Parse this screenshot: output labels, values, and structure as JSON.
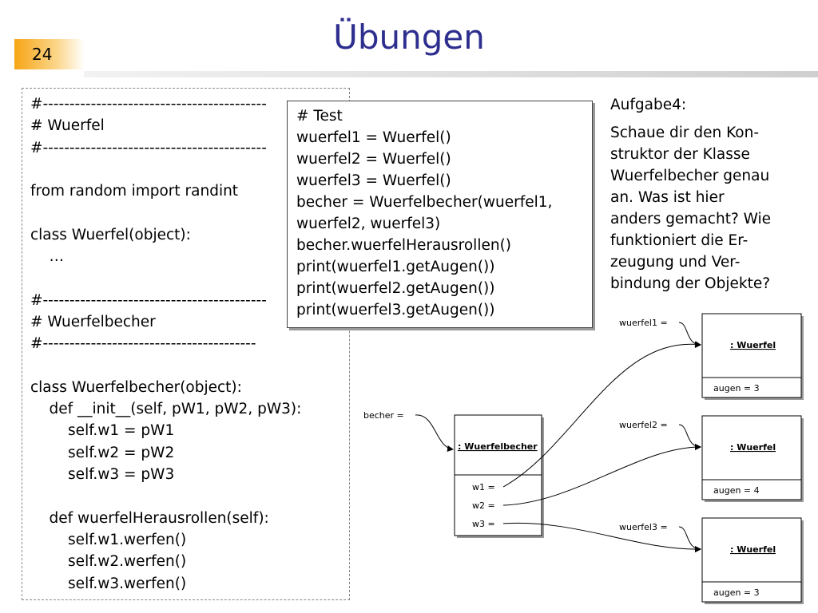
{
  "slide": {
    "page_number": "24",
    "title": "Übungen"
  },
  "code": {
    "lines": [
      "#------------------------------------------",
      "# Wuerfel",
      "#------------------------------------------",
      "",
      "from random import randint",
      "",
      "class Wuerfel(object):",
      "    …",
      "",
      "#------------------------------------------",
      "# Wuerfelbecher",
      "#----------------------------------------",
      "",
      "class Wuerfelbecher(object):",
      "    def __init__(self, pW1, pW2, pW3):",
      "        self.w1 = pW1",
      "        self.w2 = pW2",
      "        self.w3 = pW3",
      "",
      "    def wuerfelHerausrollen(self):",
      "        self.w1.werfen()",
      "        self.w2.werfen()",
      "        self.w3.werfen()"
    ]
  },
  "test": {
    "lines": [
      "# Test",
      "wuerfel1 = Wuerfel()",
      "wuerfel2 = Wuerfel()",
      "wuerfel3 = Wuerfel()",
      "becher = Wuerfelbecher(wuerfel1,",
      "wuerfel2, wuerfel3)",
      "becher.wuerfelHerausrollen()",
      "print(wuerfel1.getAugen())",
      "print(wuerfel2.getAugen())",
      "print(wuerfel3.getAugen())"
    ]
  },
  "task": {
    "title": "Aufgabe4:",
    "lines": [
      "Schaue dir den Kon-",
      "struktor der Klasse",
      "Wuerfelbecher genau",
      "an. Was ist hier",
      "anders gemacht? Wie",
      "funktioniert die Er-",
      "zeugung und Ver-",
      "bindung der Objekte?"
    ]
  },
  "diagram": {
    "becher_label": "becher =",
    "becher_class": ": Wuerfelbecher",
    "becher_attrs": [
      "w1  =",
      "w2  =",
      "w3  ="
    ],
    "wuerfel1_label": "wuerfel1  =",
    "wuerfel2_label": "wuerfel2  =",
    "wuerfel3_label": "wuerfel3  =",
    "wuerfel_class": ": Wuerfel",
    "wuerfel1_attr": "augen  =  3",
    "wuerfel2_attr": "augen  =  4",
    "wuerfel3_attr": "augen  =  3"
  },
  "colors": {
    "title": "#2e2e8f",
    "page_number_bg": "#f6a516"
  }
}
